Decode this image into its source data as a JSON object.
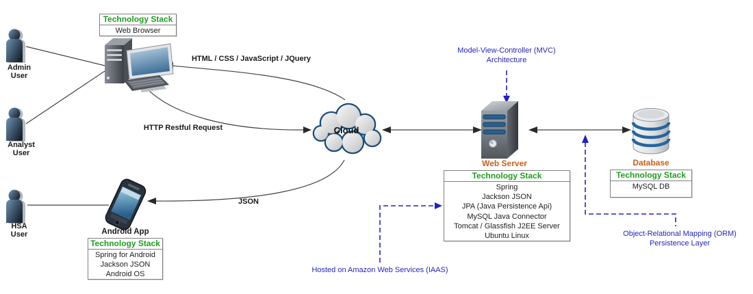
{
  "users": [
    {
      "label": "Admin\nUser"
    },
    {
      "label": "Analyst\nUser"
    },
    {
      "label": "HSA\nUser"
    }
  ],
  "nodes": {
    "cloud": {
      "label": "Cloud"
    },
    "android_app": {
      "label": "Android App"
    },
    "web_server": {
      "label": "Web Server"
    },
    "database": {
      "label": "Database"
    }
  },
  "stacks": {
    "browser": {
      "title": "Technology Stack",
      "items": [
        "Web Browser"
      ]
    },
    "android": {
      "title": "Technology Stack",
      "items": [
        "Spring for Android",
        "Jackson JSON",
        "Android OS"
      ]
    },
    "server": {
      "title": "Technology Stack",
      "items": [
        "Spring",
        "Jackson JSON",
        "JPA (Java Persistence Api)",
        "MySQL Java Connector",
        "Tomcat / Glassfish J2EE Server",
        "Ubuntu Linux"
      ]
    },
    "database": {
      "title": "Technology Stack",
      "items": [
        "MySQL DB"
      ]
    }
  },
  "edges": {
    "html_label": "HTML / CSS / JavaScript / JQuery",
    "http_label": "HTTP Restful Request",
    "json_label": "JSON"
  },
  "annotations": {
    "mvc": "Model-View-Controller (MVC)\nArchitecture",
    "aws": "Hosted on Amazon Web Services (IAAS)",
    "orm": "Object-Relational Mapping (ORM)\nPersistence Layer"
  },
  "colors": {
    "stack_title_green": "#1E9E1E",
    "node_orange": "#C4601A",
    "annotation_blue": "#2525B8"
  }
}
